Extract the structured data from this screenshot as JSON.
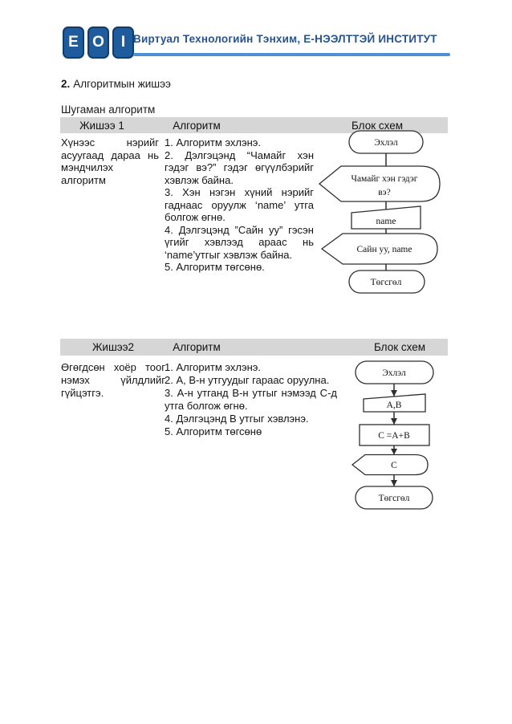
{
  "header": {
    "logo": {
      "letters": [
        "E",
        "O",
        "I"
      ]
    },
    "title": "Виртуал Технологийн Тэнхим, Е-НЭЭЛТТЭЙ ИНСТИТУТ"
  },
  "section": {
    "number": "2.",
    "title": "Алгоритмын жишээ",
    "subtitle": "Шугаман алгоритм"
  },
  "table1": {
    "headers": [
      "Жишээ 1",
      "Алгоритм",
      "Блок схем"
    ],
    "description": "Хүнээс нэрийг асуугаад дараа нь мэндчилэх алгоритм",
    "steps": [
      "1. Алгоритм эхлэнэ.",
      "2. Дэлгэцэнд “Чамайг хэн гэдэг вэ?” гэдэг өгүүлбэрийг хэвлэж байна.",
      "3. Хэн нэгэн хүний нэрийг гаднаас оруулж ‘name’ утга болгож өгнө.",
      "4. Дэлгэцэнд ”Сайн уу” гэсэн үгийг хэвлээд араас нь ‘name’утгыг хэвлэж байна.",
      "5. Алгоритм төгсөнө."
    ]
  },
  "table2": {
    "headers": [
      "Жишээ2",
      "Алгоритм",
      "Блок схем"
    ],
    "description": "Өгөгдсөн хоёр тоог нэмэх үйлдлийг гүйцэтгэ.",
    "steps": [
      "1. Алгоритм эхлэнэ.",
      "2. А, В-н утгуудыг гараас оруулна.",
      "3. А-н утганд В-н утгыг нэмээд С-д утга болгож өгнө.",
      "4. Дэлгэцэнд В утгыг хэвлэнэ.",
      "5. Алгоритм төгсөнө"
    ]
  },
  "flowchart1": {
    "start": "Эхлэл",
    "question_line1": "Чамайг хэн гэдэг",
    "question_line2": "вэ?",
    "input": "name",
    "output": "Сайн уу, name",
    "end": "Төгсгөл"
  },
  "flowchart2": {
    "start": "Эхлэл",
    "input": "А,В",
    "process": "С =А+В",
    "output": "С",
    "end": "Төгсгөл"
  },
  "colors": {
    "title_blue": "#27548f",
    "logo_blue": "#1e5c9e",
    "logo_border_blue": "#123c6b",
    "underline_blue": "#4e8fd4",
    "table_header_gray": "#d6d6d6"
  }
}
